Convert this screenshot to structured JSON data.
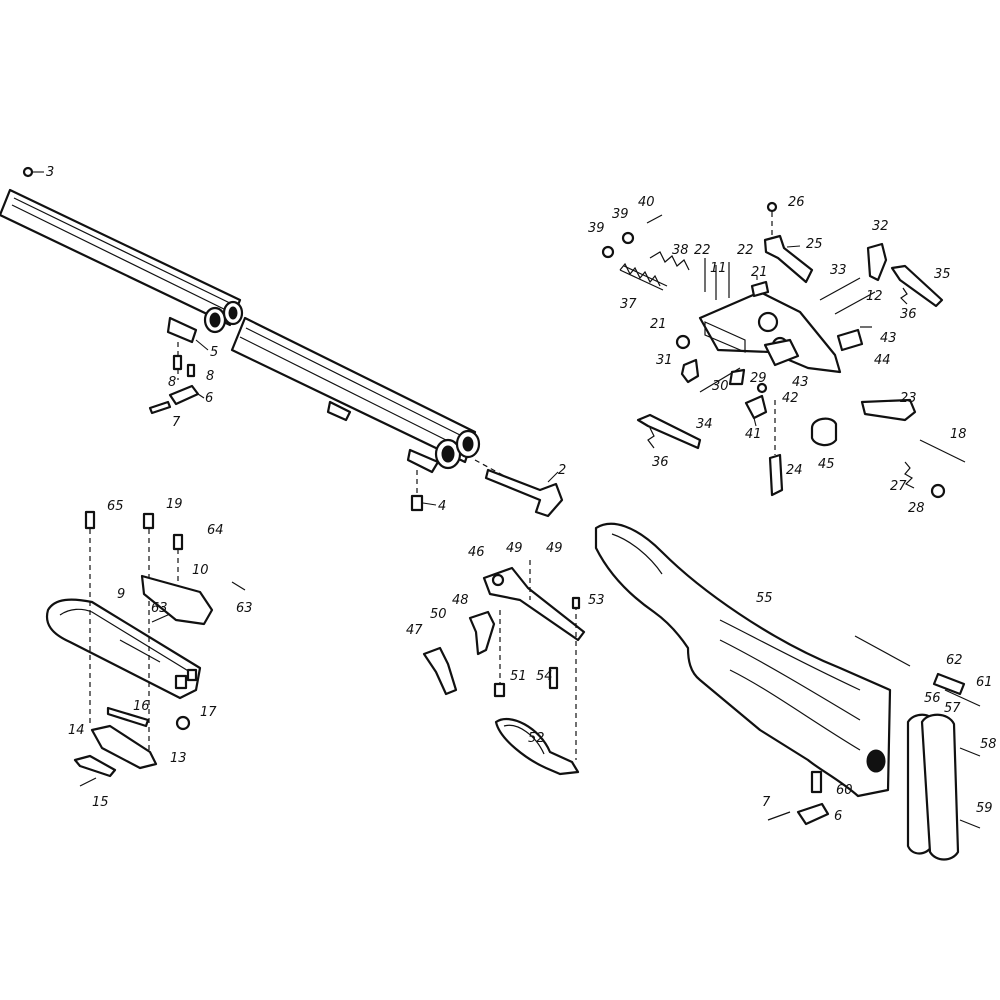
{
  "colors": {
    "ink": "#111111",
    "paper": "#ffffff"
  },
  "parts": {
    "p2": "2",
    "p3": "3",
    "p4": "4",
    "p5": "5",
    "p6a": "6",
    "p6b": "6",
    "p7a": "7",
    "p7b": "7",
    "p8a": "8",
    "p8b": "8",
    "p9": "9",
    "p10": "10",
    "p11": "11",
    "p12": "12",
    "p13": "13",
    "p14": "14",
    "p15": "15",
    "p16": "16",
    "p17": "17",
    "p18": "18",
    "p19": "19",
    "p21a": "21",
    "p21b": "21",
    "p22a": "22",
    "p22b": "22",
    "p23": "23",
    "p24": "24",
    "p25": "25",
    "p26": "26",
    "p27": "27",
    "p28": "28",
    "p29": "29",
    "p30": "30",
    "p31": "31",
    "p32": "32",
    "p33": "33",
    "p34": "34",
    "p35": "35",
    "p36a": "36",
    "p36b": "36",
    "p37": "37",
    "p38": "38",
    "p39a": "39",
    "p39b": "39",
    "p40": "40",
    "p41": "41",
    "p42": "42",
    "p43a": "43",
    "p43b": "43",
    "p44": "44",
    "p45": "45",
    "p46": "46",
    "p47": "47",
    "p48": "48",
    "p49a": "49",
    "p49b": "49",
    "p50": "50",
    "p51": "51",
    "p52": "52",
    "p53": "53",
    "p54": "54",
    "p55": "55",
    "p56": "56",
    "p57": "57",
    "p58": "58",
    "p59": "59",
    "p60": "60",
    "p61": "61",
    "p62": "62",
    "p63a": "63",
    "p63b": "63",
    "p64": "64",
    "p65": "65"
  }
}
